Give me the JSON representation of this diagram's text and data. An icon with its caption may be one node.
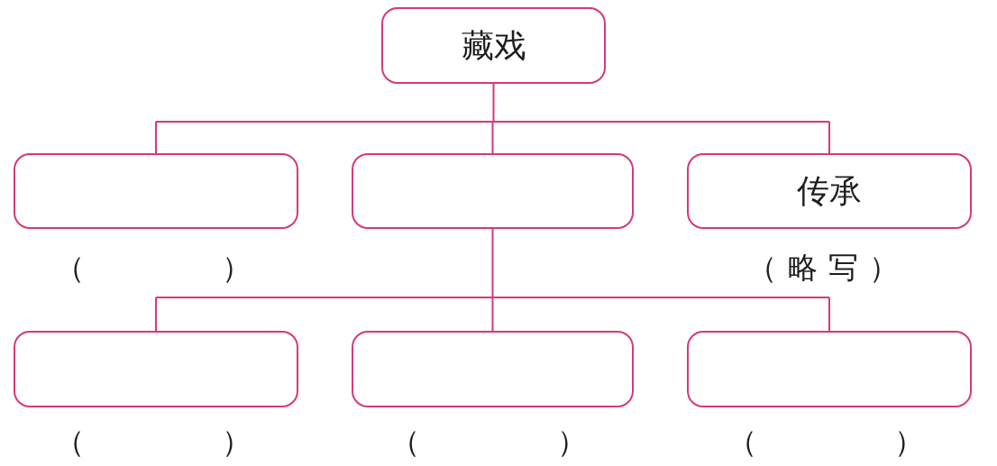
{
  "diagram": {
    "nodes": [
      {
        "text": [
          "藏戏"
        ]
      },
      {
        "text": [],
        "shape": "box",
        "beside": [
          "（　　　　）"
        ]
      },
      {
        "text": [],
        "shape": "box"
      },
      {
        "text": [
          "传承"
        ],
        "beside": [
          "（略写）"
        ]
      },
      {
        "text": [],
        "shape": "box",
        "beside": [
          "（　　　　）"
        ]
      },
      {
        "text": [],
        "shape": "box",
        "beside": [
          "（　　　　）"
        ]
      },
      {
        "text": [],
        "shape": "box",
        "beside": [
          "（　　　　）"
        ]
      }
    ],
    "edges": [
      {
        "from": 0,
        "to": 1,
        "arrow": "none"
      },
      {
        "from": 0,
        "to": 2,
        "arrow": "none"
      },
      {
        "from": 0,
        "to": 3,
        "arrow": "none"
      },
      {
        "from": 2,
        "to": 4,
        "arrow": "none"
      },
      {
        "from": 2,
        "to": 5,
        "arrow": "none"
      },
      {
        "from": 2,
        "to": 6,
        "arrow": "none"
      }
    ]
  }
}
